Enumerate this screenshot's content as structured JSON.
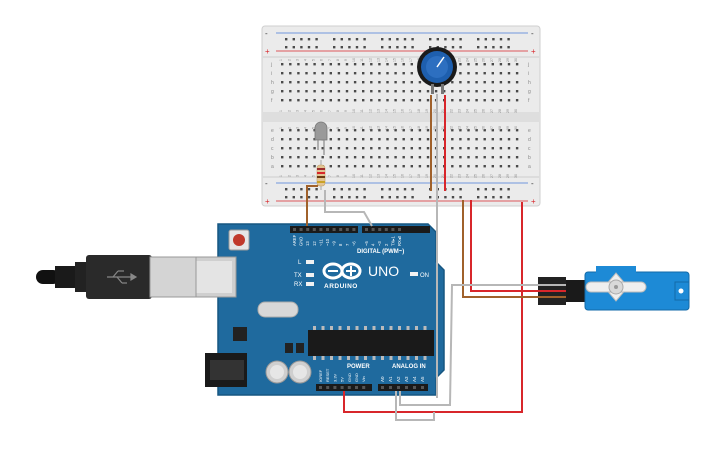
{
  "breadboard": {
    "columns": [
      "1",
      "2",
      "3",
      "4",
      "5",
      "6",
      "7",
      "8",
      "9",
      "10",
      "11",
      "12",
      "13",
      "14",
      "15",
      "16",
      "17",
      "18",
      "19",
      "20",
      "21",
      "22",
      "23",
      "24",
      "25",
      "26",
      "27",
      "28",
      "29",
      "30"
    ],
    "rows_top": [
      "j",
      "i",
      "h",
      "g",
      "f"
    ],
    "rows_bottom": [
      "e",
      "d",
      "c",
      "b",
      "a"
    ],
    "rail_minus": "-",
    "rail_plus": "+"
  },
  "arduino": {
    "brand": "ARDUINO",
    "model": "UNO",
    "on_label": "ON",
    "led_l": "L",
    "led_tx": "TX",
    "led_rx": "RX",
    "digital_label": "DIGITAL (PWM~)",
    "power_label": "POWER",
    "analog_label": "ANALOG IN",
    "top_pins": [
      "AREF",
      "GND",
      "13",
      "12",
      "~11",
      "~10",
      "~9",
      "8",
      "7",
      "~6",
      "~5",
      "4",
      "~3",
      "2",
      "TX▸1",
      "RX◂0"
    ],
    "power_pins": [
      "IOREF",
      "RESET",
      "3.3V",
      "5V",
      "GND",
      "GND",
      "Vin"
    ],
    "analog_pins": [
      "A0",
      "A1",
      "A2",
      "A3",
      "A4",
      "A5"
    ]
  },
  "colors": {
    "board": "#1f6a9e",
    "breadboard": "#e9e9e9",
    "wire_red": "#d8262b",
    "wire_brown": "#a0612b",
    "wire_gray": "#b7b7b7",
    "servo_blue": "#1d8ad6",
    "pot_blue": "#1e5fae"
  },
  "icons": {
    "usb": "usb-icon",
    "arduino_logo": "infinity-logo-icon"
  }
}
